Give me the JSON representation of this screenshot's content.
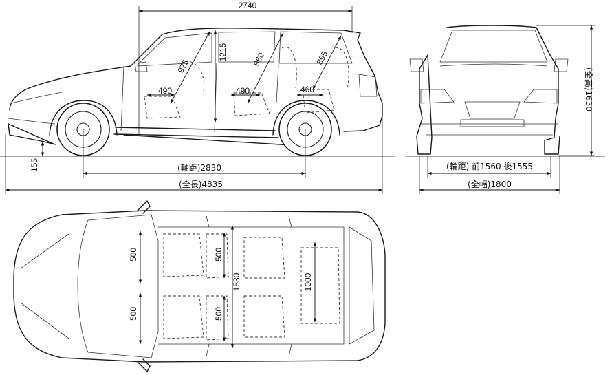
{
  "side_view": {
    "wheelbase_upper": "2740",
    "height_inner_front": "975",
    "height_overall_inner": "1215",
    "height_inner_mid": "960",
    "height_inner_rear": "895",
    "legroom_front": "490",
    "legroom_mid": "490",
    "legroom_rear": "460",
    "ground_clearance": "155",
    "wheelbase_label": "(軸距)2830",
    "length_label": "(全長)4835"
  },
  "front_view": {
    "height_label": "(全高)1630",
    "track_label": "(輪距) 前1560 後1555",
    "width_label": "(全幅)1800"
  },
  "top_view": {
    "seat_width_front_a": "500",
    "seat_width_front_b": "500",
    "seat_width_mid_a": "500",
    "seat_width_mid_b": "500",
    "cabin_width": "1530",
    "cargo_width": "1000"
  }
}
